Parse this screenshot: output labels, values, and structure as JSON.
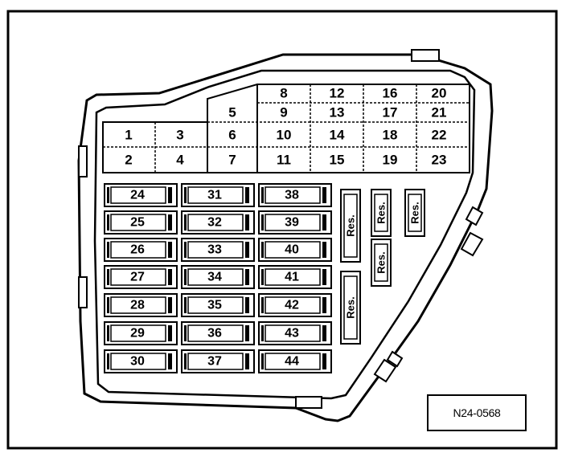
{
  "diagram": {
    "small_fuses": [
      {
        "num": "1"
      },
      {
        "num": "2"
      },
      {
        "num": "3"
      },
      {
        "num": "4"
      },
      {
        "num": "5"
      },
      {
        "num": "6"
      },
      {
        "num": "7"
      },
      {
        "num": "8"
      },
      {
        "num": "9"
      },
      {
        "num": "10"
      },
      {
        "num": "11"
      },
      {
        "num": "12"
      },
      {
        "num": "13"
      },
      {
        "num": "14"
      },
      {
        "num": "15"
      },
      {
        "num": "16"
      },
      {
        "num": "17"
      },
      {
        "num": "18"
      },
      {
        "num": "19"
      },
      {
        "num": "20"
      },
      {
        "num": "21"
      },
      {
        "num": "22"
      },
      {
        "num": "23"
      }
    ],
    "large_fuses": [
      {
        "num": "24"
      },
      {
        "num": "25"
      },
      {
        "num": "26"
      },
      {
        "num": "27"
      },
      {
        "num": "28"
      },
      {
        "num": "29"
      },
      {
        "num": "30"
      },
      {
        "num": "31"
      },
      {
        "num": "32"
      },
      {
        "num": "33"
      },
      {
        "num": "34"
      },
      {
        "num": "35"
      },
      {
        "num": "36"
      },
      {
        "num": "37"
      },
      {
        "num": "38"
      },
      {
        "num": "39"
      },
      {
        "num": "40"
      },
      {
        "num": "41"
      },
      {
        "num": "42"
      },
      {
        "num": "43"
      },
      {
        "num": "44"
      }
    ],
    "reserve_slots": [
      {
        "label": "Res."
      },
      {
        "label": "Res."
      },
      {
        "label": "Res."
      },
      {
        "label": "Res."
      },
      {
        "label": "Res."
      }
    ],
    "reference_code": "N24-0568"
  }
}
